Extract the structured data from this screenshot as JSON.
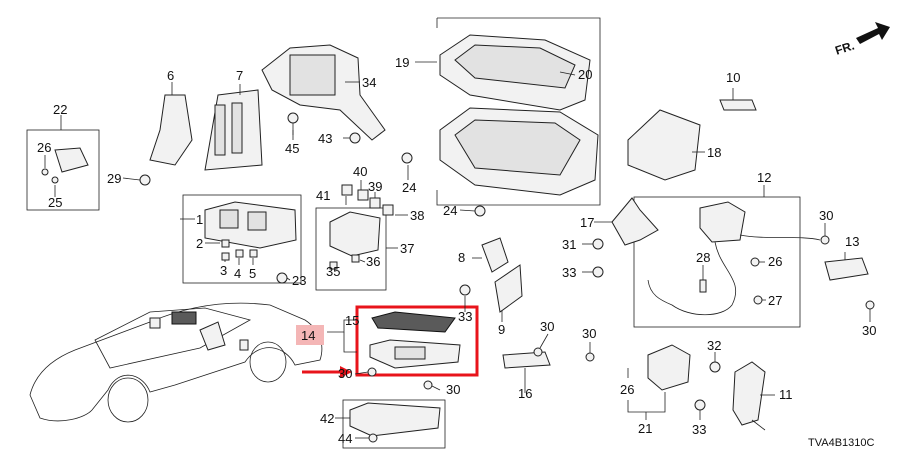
{
  "part_labels": [
    "1",
    "2",
    "3",
    "4",
    "5",
    "6",
    "7",
    "8",
    "9",
    "10",
    "11",
    "12",
    "13",
    "14",
    "15",
    "16",
    "17",
    "18",
    "19",
    "20",
    "21",
    "22",
    "23",
    "24",
    "25",
    "26",
    "27",
    "28",
    "29",
    "30",
    "31",
    "32",
    "33",
    "34",
    "35",
    "36",
    "37",
    "38",
    "39",
    "40",
    "41",
    "42",
    "43",
    "44",
    "45"
  ],
  "diagram_code": "TVA4B1310C",
  "direction_label": "FR.",
  "colors": {
    "highlight": "#e8141b",
    "line": "#222222",
    "callout_fill": "#f4b6b6"
  }
}
